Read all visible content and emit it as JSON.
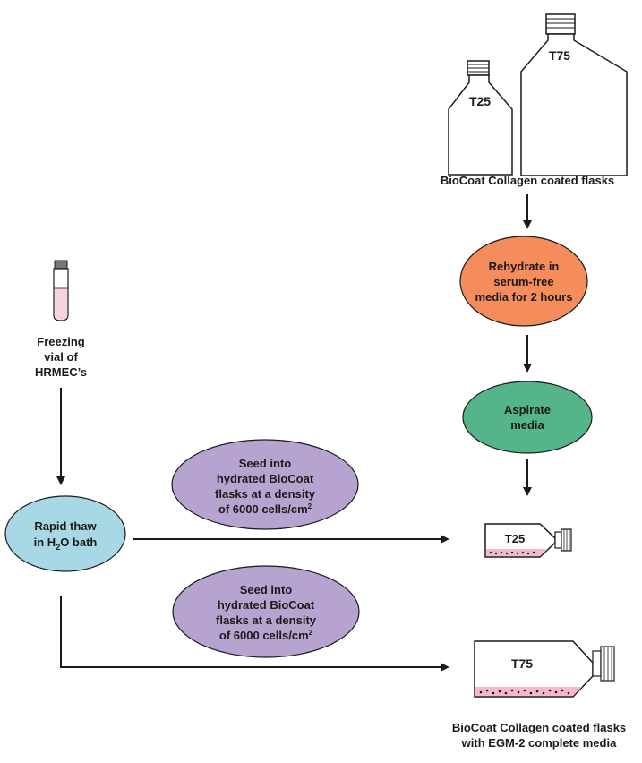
{
  "flasks_top": {
    "small_label": "T25",
    "large_label": "T75",
    "caption": "BioCoat Collagen coated flasks"
  },
  "rehydrate": {
    "line1": "Rehydrate in",
    "line2": "serum-free",
    "line3": "media for 2 hours",
    "fill": "#f48c5c"
  },
  "aspirate": {
    "line1": "Aspirate",
    "line2": "media",
    "fill": "#56b48a"
  },
  "vial": {
    "line1": "Freezing",
    "line2": "vial of",
    "line3": "HRMEC’s",
    "liquid": "#f5d2e0"
  },
  "thaw": {
    "line1": "Rapid thaw",
    "line2_pre": "in H",
    "line2_sub": "2",
    "line2_post": "O bath",
    "fill": "#a8d8e6"
  },
  "seed": {
    "line1": "Seed into",
    "line2": "hydrated BioCoat",
    "line3": "flasks at a density",
    "line4_pre": "of 6000 cells/cm",
    "line4_sup": "2",
    "fill": "#b7a3d0"
  },
  "seed2": {
    "line1": "Seed into",
    "line2": "hydrated BioCoat",
    "line3": "flasks at a density",
    "line4_pre": "of 6000 cells/cm",
    "line4_sup": "2"
  },
  "flask_t25_lying": {
    "label": "T25"
  },
  "flask_t75_lying": {
    "label": "T75"
  },
  "bottom_caption": {
    "line1": "BioCoat Collagen coated flasks",
    "line2": "with EGM-2 complete media"
  },
  "media_color": "#f5b8cf"
}
